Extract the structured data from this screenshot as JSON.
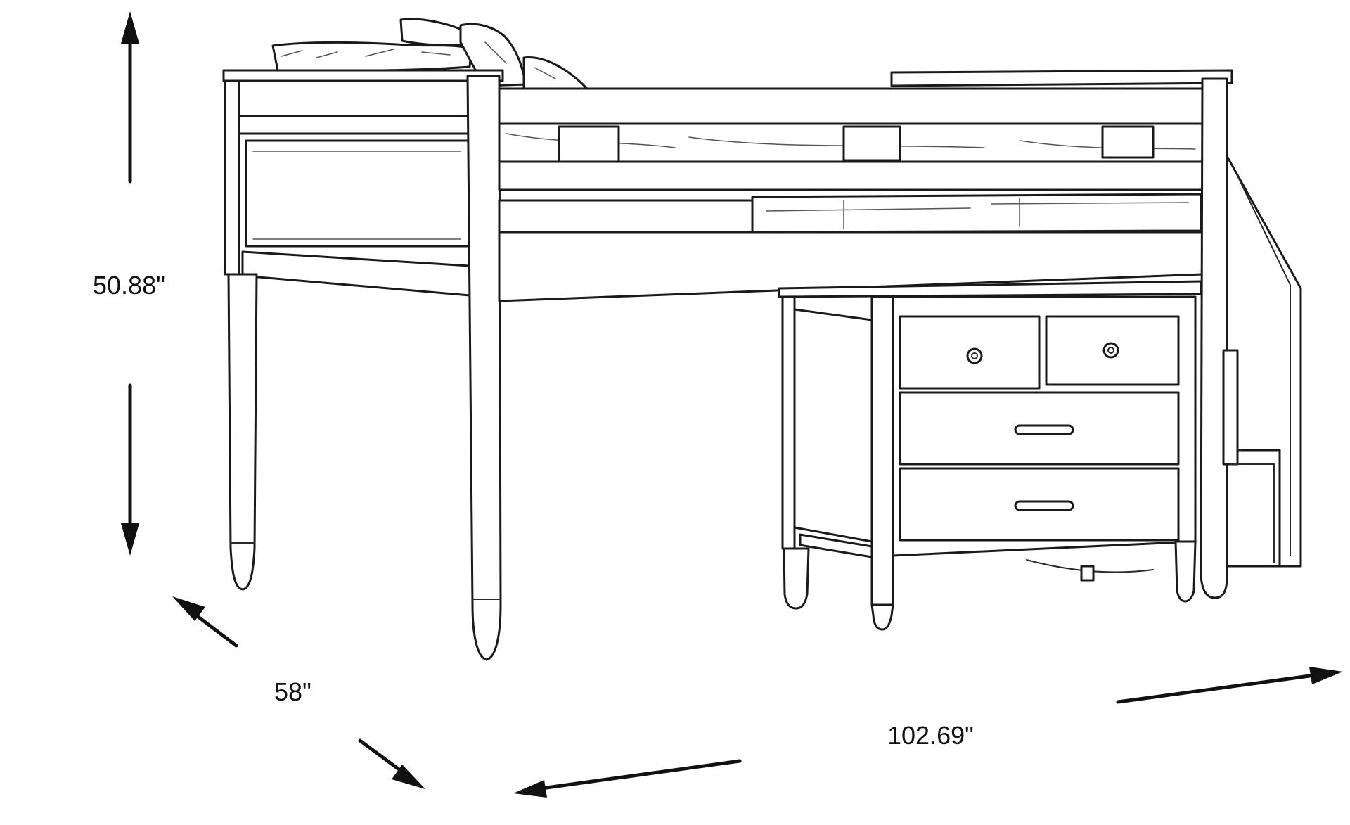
{
  "diagram": {
    "subject": "loft-bed-with-dresser-and-stairs",
    "style": {
      "line_color": "#1a1a1a",
      "background": "#ffffff"
    },
    "dimensions": {
      "height": "50.88\"",
      "depth": "58\"",
      "width": "102.69\""
    }
  }
}
